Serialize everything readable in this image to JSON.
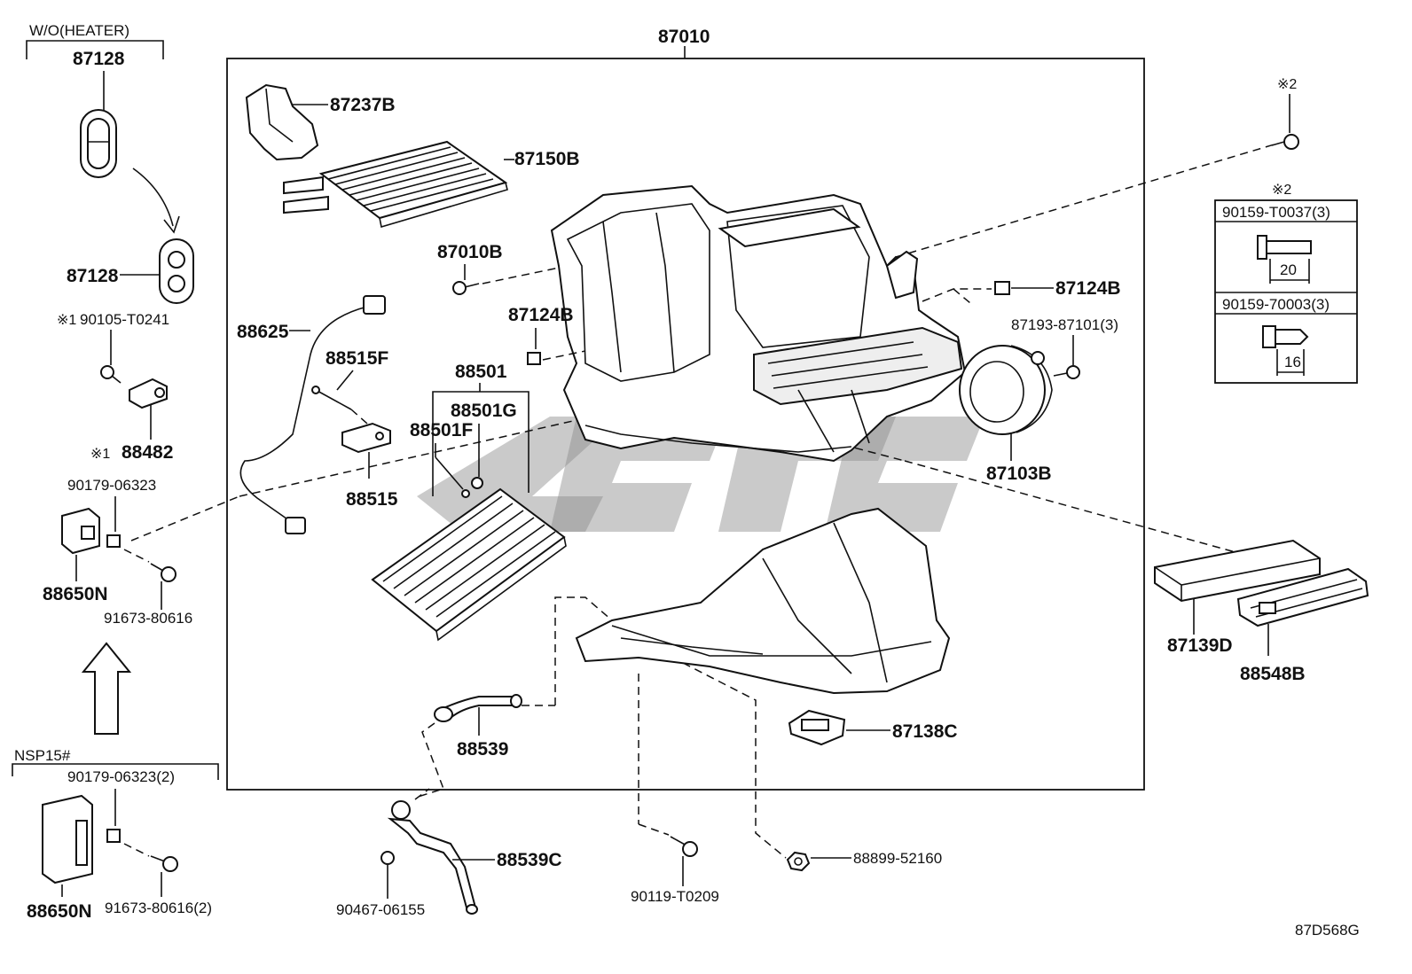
{
  "diagram": {
    "code": "87D568G",
    "notes": {
      "wo_heater": "W/O(HEATER)",
      "nsp15": "NSP15#",
      "star1_a": "※1",
      "star1_b": "※1",
      "star2_a": "※2",
      "star2_b": "※2"
    },
    "labels": {
      "p87010": "87010",
      "p87128_top": "87128",
      "p87128_mid": "87128",
      "p90105": "90105-T0241",
      "p88482": "88482",
      "p90179_a": "90179-06323",
      "p88650n_a": "88650N",
      "p91673_a": "91673-80616",
      "p90179_b": "90179-06323(2)",
      "p88650n_b": "88650N",
      "p91673_b": "91673-80616(2)",
      "p87237b": "87237B",
      "p87150b": "87150B",
      "p87010b": "87010B",
      "p88625": "88625",
      "p88515f": "88515F",
      "p88515": "88515",
      "p88501": "88501",
      "p88501g": "88501G",
      "p88501f": "88501F",
      "p87124b_a": "87124B",
      "p87124b_b": "87124B",
      "p87193": "87193-87101(3)",
      "p87103b": "87103B",
      "p88539": "88539",
      "p87138c": "87138C",
      "p87139d": "87139D",
      "p88548b": "88548B",
      "p88539c": "88539C",
      "p90467": "90467-06155",
      "p90119": "90119-T0209",
      "p88899": "88899-52160"
    },
    "fasteners": {
      "bolt1": "90159-T0037(3)",
      "bolt1_len": "20",
      "bolt2": "90159-70003(3)",
      "bolt2_len": "16"
    }
  }
}
